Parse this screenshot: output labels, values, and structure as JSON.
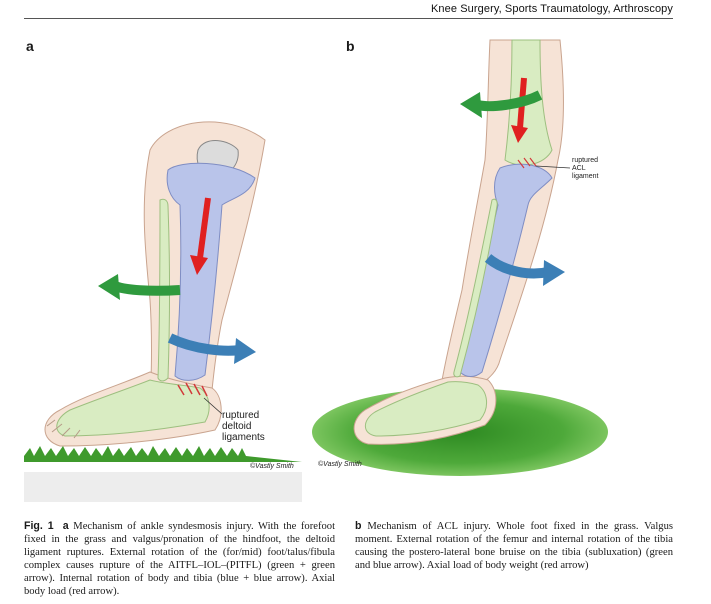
{
  "header": {
    "journal": "Knee Surgery, Sports Traumatology, Arthroscopy"
  },
  "panels": {
    "a": {
      "label": "a",
      "annotation": [
        "ruptured",
        "deltoid",
        "ligaments"
      ],
      "signature": "©Vastly Smith"
    },
    "b": {
      "label": "b",
      "annotation": [
        "ruptured",
        "ACL",
        "ligament"
      ],
      "signature": "©Vastly Smith"
    }
  },
  "caption": {
    "fig_label": "Fig. 1",
    "part_a": "a",
    "text_a": "Mechanism of ankle syndesmosis injury. With the forefoot fixed in the grass and valgus/pronation of the hindfoot, the deltoid ligament ruptures. External rotation of the (for/mid) foot/talus/fibula complex causes rupture of the AITFL–IOL–(PITFL) (green + green arrow). Internal rotation of body and tibia (blue + blue arrow). Axial body load (red arrow).",
    "part_b": "b",
    "text_b": "Mechanism of ACL injury. Whole foot fixed in the grass. Valgus moment. External rotation of the femur and internal rotation of the tibia causing the postero-lateral bone bruise on the tibia (subluxation) (green and blue arrow). Axial load of body weight (red arrow)"
  },
  "colors": {
    "skin": "#f6e3d6",
    "bone_green": "#d9ecc2",
    "bone_blue": "#b9c4ea",
    "arrow_red": "#e02020",
    "arrow_green": "#2f9a3e",
    "arrow_blue": "#3c7fb6",
    "grass": "#3f9a2c"
  }
}
